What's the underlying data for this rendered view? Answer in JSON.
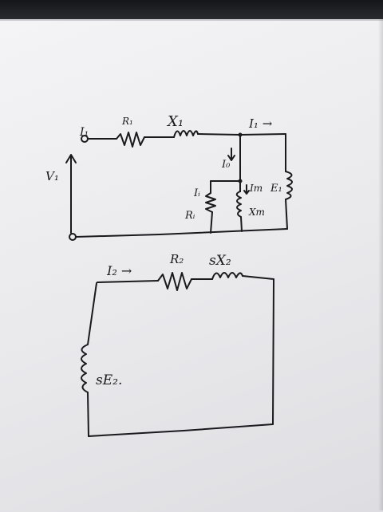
{
  "photo": {
    "subject": "handwritten-circuit-sketch",
    "ink_color": "#1a1a1e",
    "paper_color": "#f1f1f3",
    "background_color": "#2c2d31"
  },
  "circuit_top": {
    "labels": {
      "i_in": "I₁",
      "r1": "R₁",
      "x1": "X₁",
      "i1_right": "I₁ →",
      "v1": "V₁",
      "i0": "I₀",
      "ii": "Iᵢ",
      "ri": "Rᵢ",
      "im": "Im",
      "xm": "Xm",
      "e1": "E₁"
    }
  },
  "circuit_bottom": {
    "labels": {
      "i2": "I₂ →",
      "r2": "R₂",
      "sx2": "sX₂",
      "se2": "sE₂."
    }
  }
}
